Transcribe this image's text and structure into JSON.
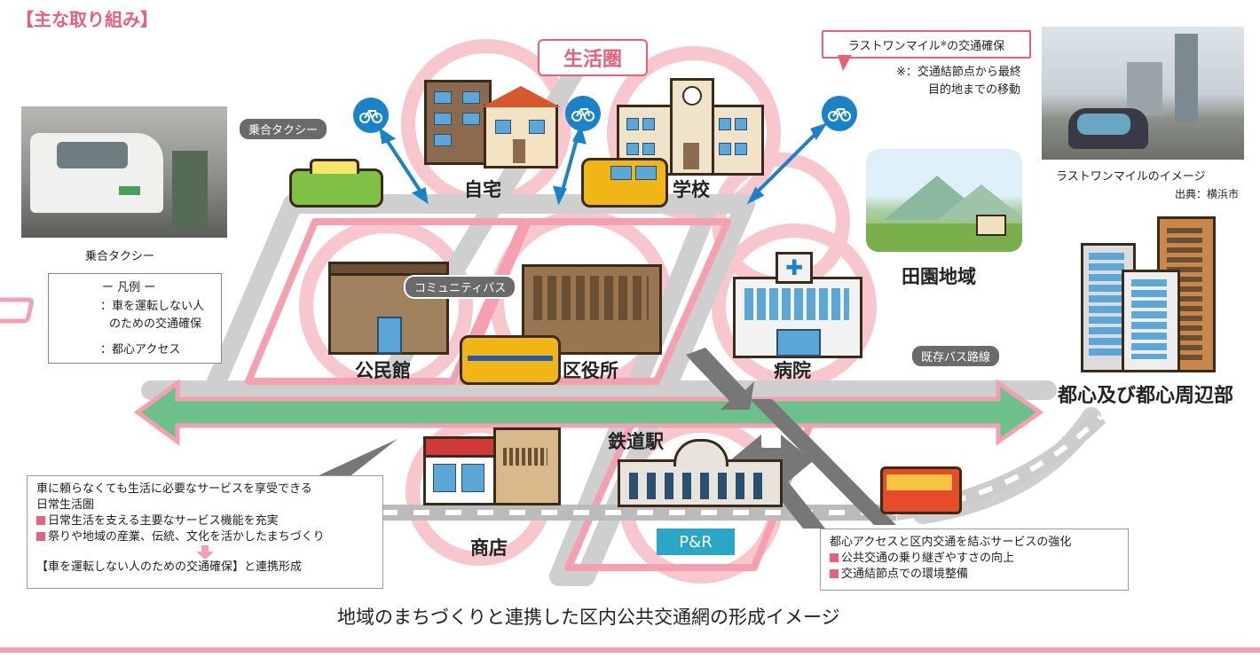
{
  "heading": "【主な取り組み】",
  "zone": {
    "title": "生活圏"
  },
  "places": {
    "home": "自宅",
    "school": "学校",
    "community_hall": "公民館",
    "ward_office": "区役所",
    "hospital": "病院",
    "station": "鉄道駅",
    "shops": "商店",
    "rural": "田園地域",
    "city_center": "都心及び都心周辺部",
    "park_and_ride": "P&R"
  },
  "tags": {
    "shared_taxi": "乗合タクシー",
    "community_bus": "コミュニティバス",
    "existing_bus": "既存バス路線"
  },
  "last_mile": {
    "title": "ラストワンマイル",
    "mark": "※",
    "title_suffix": "の交通確保",
    "note_line1": "※：交通結節点から最終",
    "note_line2": "目的地までの移動",
    "photo_caption": "ラストワンマイルのイメージ",
    "source": "出典：横浜市"
  },
  "taxi_photo_caption": "乗合タクシー",
  "legend": {
    "title": "ー 凡例 ー",
    "item1_line1": "：車を運転しない人",
    "item1_line2": "のための交通確保",
    "item2": "：都心アクセス"
  },
  "box_left": {
    "line1": "車に頼らなくても生活に必要なサービスを享受できる",
    "line2": "日常生活圏",
    "bullet1": "日常生活を支える主要なサービス機能を充実",
    "bullet2": "祭りや地域の産業、伝統、文化を活かしたまちづくり",
    "result": "【車を運転しない人のための交通確保】と連携形成"
  },
  "box_right": {
    "line1": "都心アクセスと区内交通を結ぶサービスの強化",
    "bullet1": "公共交通の乗り継ぎやすさの向上",
    "bullet2": "交通結節点での環境整備"
  },
  "caption": "地域のまちづくりと連携した区内公共交通網の形成イメージ",
  "colors": {
    "accent_pink": "#e8607a",
    "ring_pink": "#f8c6cd",
    "arrow_green": "#6cc18a",
    "bike_blue": "#1a82c9",
    "road_gray": "#cfcfcf",
    "tag_gray": "#6a6a6a"
  }
}
